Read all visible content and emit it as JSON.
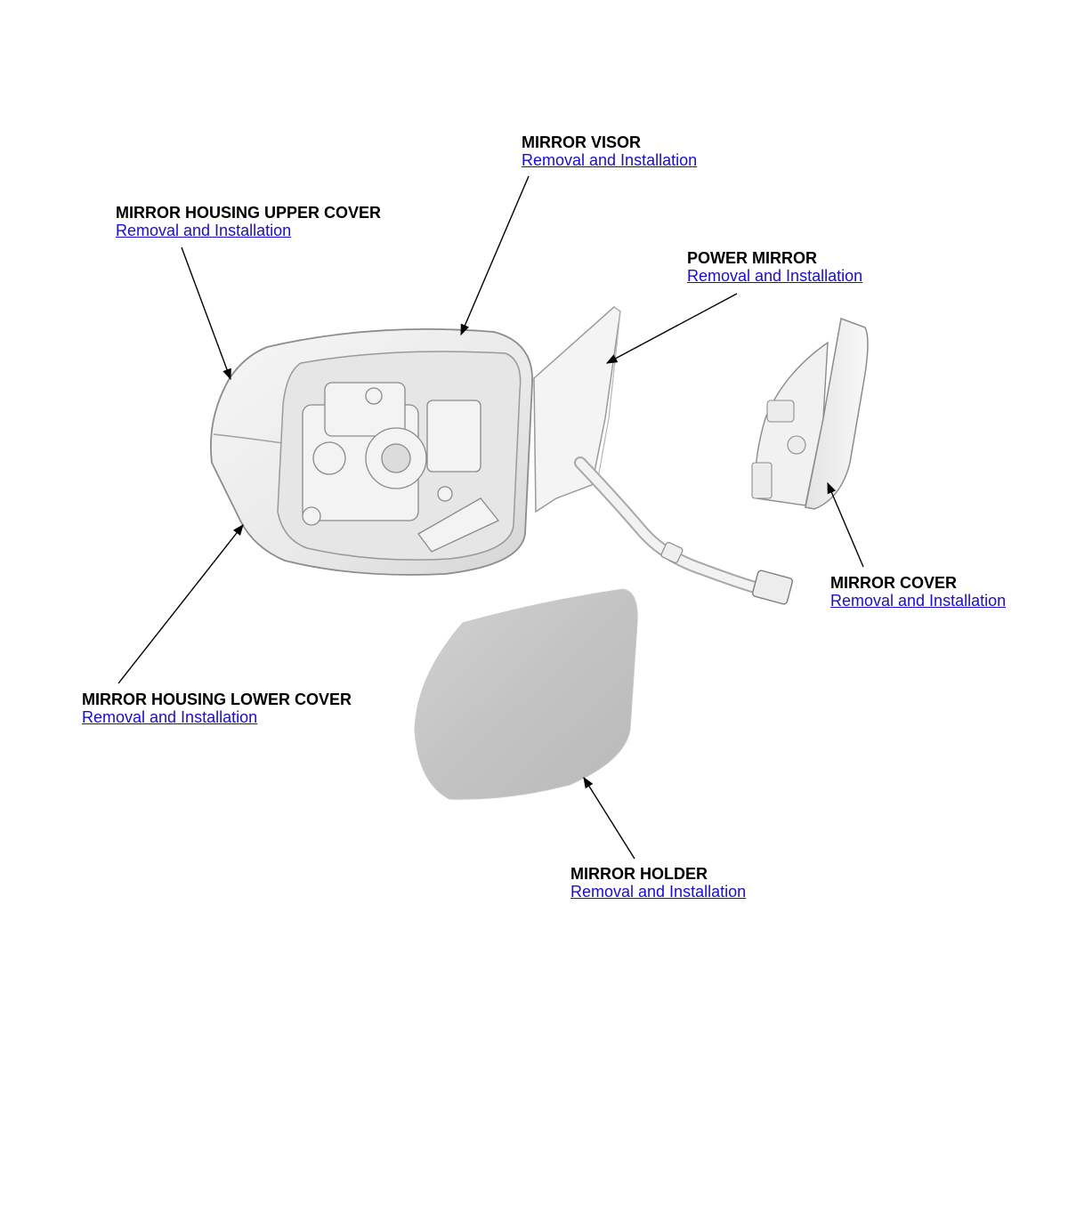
{
  "callouts": {
    "mirror_visor": {
      "title": "MIRROR VISOR",
      "link": "Removal and Installation"
    },
    "mirror_housing_upper_cover": {
      "title": "MIRROR HOUSING UPPER COVER",
      "link": "Removal and Installation"
    },
    "power_mirror": {
      "title": "POWER MIRROR",
      "link": "Removal and Installation"
    },
    "mirror_cover": {
      "title": "MIRROR COVER",
      "link": "Removal and Installation"
    },
    "mirror_housing_lower_cover": {
      "title": "MIRROR HOUSING LOWER COVER",
      "link": "Removal and Installation"
    },
    "mirror_holder": {
      "title": "MIRROR HOLDER",
      "link": "Removal and Installation"
    }
  },
  "colors": {
    "link": "#1a0dcc",
    "label": "#000000",
    "part_fill": "#f2f2f2",
    "part_stroke": "#8c8c8c",
    "glass": "#c4c4c4"
  }
}
